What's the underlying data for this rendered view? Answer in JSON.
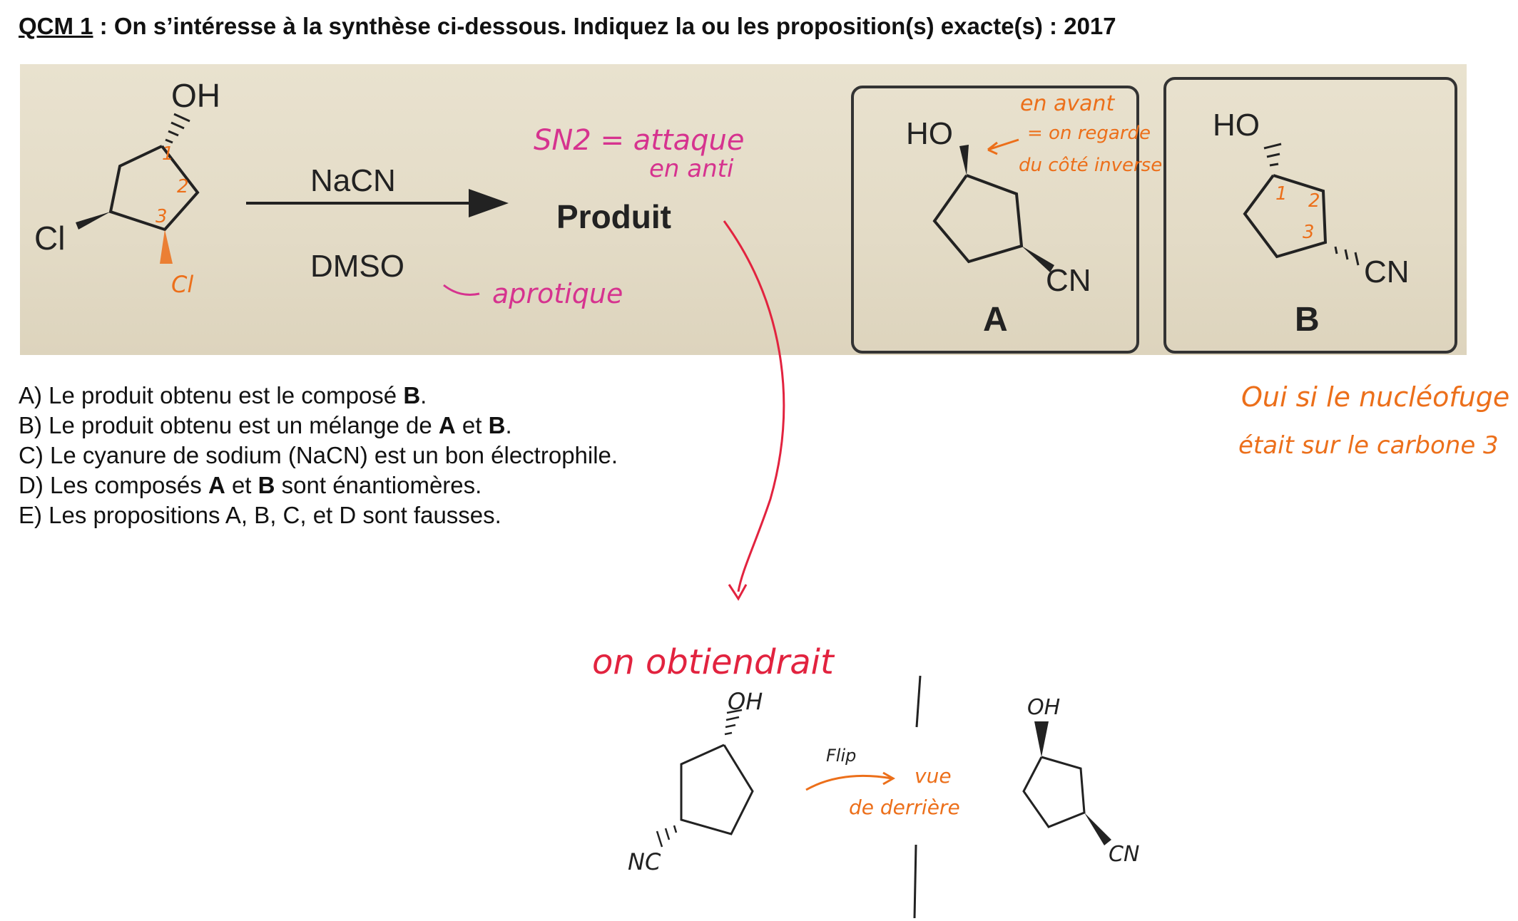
{
  "question": {
    "number": "QCM 1",
    "text": " : On s’intéresse à la synthèse ci-dessous. Indiquez la ou les proposition(s) exacte(s) : 2017"
  },
  "scheme": {
    "reactant": {
      "oh": "OH",
      "cl": "Cl",
      "n1": "1",
      "n2": "2",
      "n3": "3",
      "cl_note": "Cl"
    },
    "reagent_top": "NaCN",
    "reagent_bottom": "DMSO",
    "product_label": "Produit",
    "box_a": {
      "ho": "HO",
      "cn": "CN",
      "label": "A"
    },
    "box_b": {
      "ho": "HO",
      "cn": "CN",
      "label": "B",
      "n1": "1",
      "n2": "2",
      "n3": "3"
    }
  },
  "options": [
    {
      "prefix": "A) Le produit obtenu est le composé ",
      "bold1": "B",
      "rest": "."
    },
    {
      "prefix": "B) Le produit obtenu est un mélange de ",
      "bold1": "A",
      "mid": " et ",
      "bold2": "B",
      "rest": "."
    },
    {
      "prefix": "C) Le cyanure de sodium (NaCN) est un bon électrophile."
    },
    {
      "prefix": "D) Les composés ",
      "bold1": "A",
      "mid": " et ",
      "bold2": "B",
      "rest": " sont énantiomères."
    },
    {
      "prefix": "E) Les propositions A, B, C, et D sont fausses."
    }
  ],
  "annotations": {
    "sn2_line1": "SN2 = attaque",
    "sn2_line2": "en anti",
    "aprotique": "aprotique",
    "en_avant_1": "en avant",
    "en_avant_2": "= on regarde",
    "en_avant_3": "du côté inverse",
    "oui_1": "Oui si le nucléofuge",
    "oui_2": "était sur le carbone 3",
    "obtiendrait": "on obtiendrait",
    "flip": "Flip",
    "vue_1": "vue",
    "vue_2": "de derrière",
    "oh_left": "OH",
    "nc_left": "NC",
    "oh_right": "OH",
    "cn_right": "CN"
  },
  "colors": {
    "magenta": "#d6338f",
    "orange": "#ec6f1a",
    "red": "#e2233f",
    "ink": "#222222"
  }
}
